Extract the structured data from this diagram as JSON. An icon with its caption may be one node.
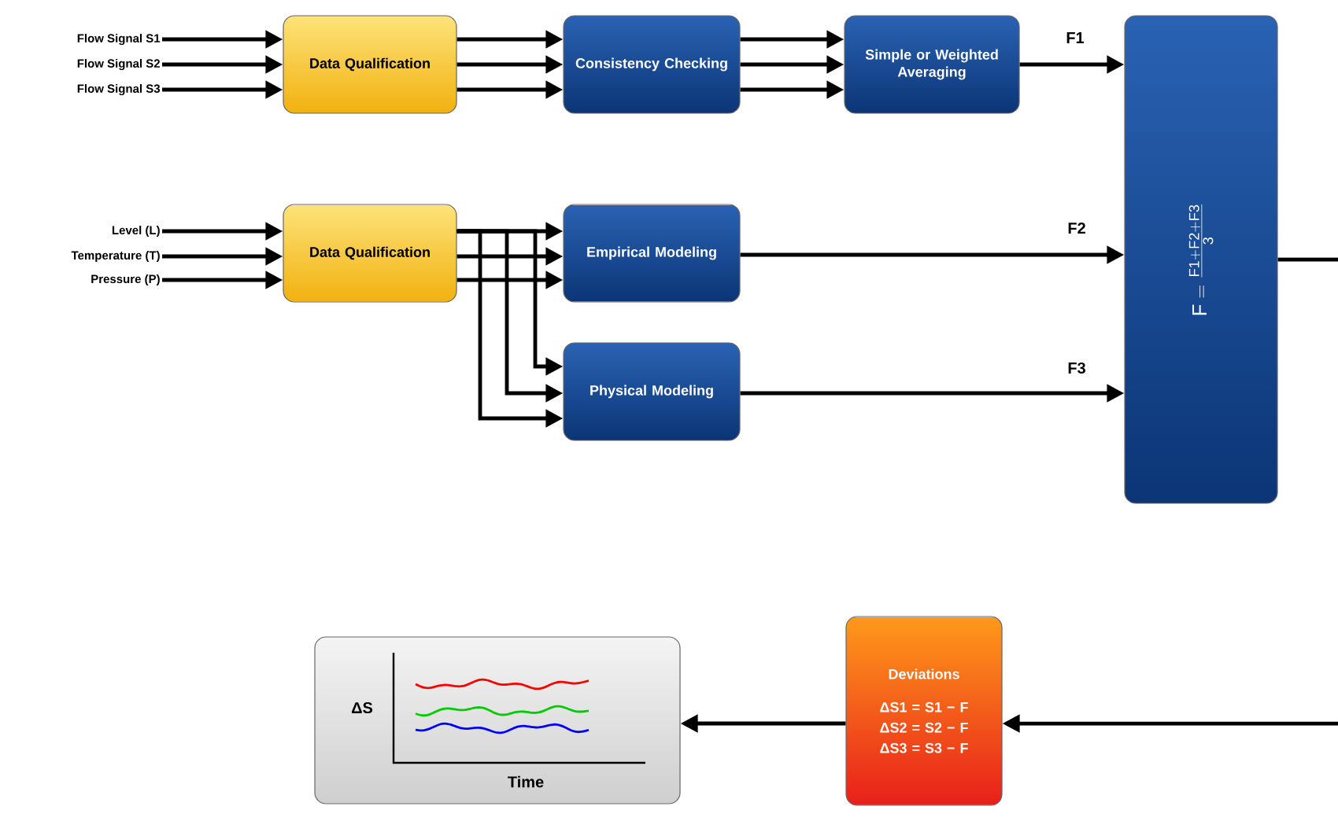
{
  "diagram": {
    "nodes": [
      {
        "text": [
          "Flow Signal S1"
        ]
      },
      {
        "text": [
          "Flow Signal S2"
        ]
      },
      {
        "text": [
          "Flow Signal S3"
        ]
      },
      {
        "text": [
          "Data Qualification"
        ]
      },
      {
        "text": [
          "Consistency Checking"
        ]
      },
      {
        "text": [
          "Simple or Weighted Averaging"
        ]
      },
      {
        "text": [
          "F = \\frac{F1 + F2 + F3}{3}"
        ]
      },
      {
        "text": [
          "Level (L)"
        ]
      },
      {
        "text": [
          "Temperature (T)"
        ]
      },
      {
        "text": [
          "Pressure (P)"
        ]
      },
      {
        "text": [
          "Data Qualification"
        ]
      },
      {
        "text": [
          "Empirical Modeling"
        ]
      },
      {
        "text": [
          "Physical Modeling"
        ]
      },
      {
        "text": [
          "Deviations",
          "ΔS1 = S1 − F",
          "ΔS2 = S2 − F",
          "ΔS3 = S3 − F"
        ]
      },
      {
        "text": [
          "ΔS",
          "Time"
        ]
      }
    ],
    "edges": [
      {
        "from": 0,
        "to": 3,
        "arrow": "to"
      },
      {
        "from": 1,
        "to": 3,
        "arrow": "to"
      },
      {
        "from": 2,
        "to": 3,
        "arrow": "to"
      },
      {
        "from": 3,
        "to": 4,
        "arrow": "to"
      },
      {
        "from": 3,
        "to": 4,
        "arrow": "to"
      },
      {
        "from": 3,
        "to": 4,
        "arrow": "to"
      },
      {
        "from": 4,
        "to": 5,
        "arrow": "to"
      },
      {
        "from": 4,
        "to": 5,
        "arrow": "to"
      },
      {
        "from": 4,
        "to": 5,
        "arrow": "to"
      },
      {
        "from": 5,
        "to": 6,
        "arrow": "to",
        "label": "F1"
      },
      {
        "from": 7,
        "to": 10,
        "arrow": "to"
      },
      {
        "from": 8,
        "to": 10,
        "arrow": "to"
      },
      {
        "from": 9,
        "to": 10,
        "arrow": "to"
      },
      {
        "from": 10,
        "to": 11,
        "arrow": "to"
      },
      {
        "from": 10,
        "to": 11,
        "arrow": "to"
      },
      {
        "from": 10,
        "to": 11,
        "arrow": "to"
      },
      {
        "from": 10,
        "to": 12,
        "arrow": "to"
      },
      {
        "from": 10,
        "to": 12,
        "arrow": "to"
      },
      {
        "from": 10,
        "to": 12,
        "arrow": "to"
      },
      {
        "from": 11,
        "to": 6,
        "arrow": "to",
        "label": "F2"
      },
      {
        "from": 12,
        "to": 6,
        "arrow": "to",
        "label": "F3"
      },
      {
        "from": 6,
        "to": null,
        "arrow": "none"
      },
      {
        "from": null,
        "to": 13,
        "arrow": "to"
      },
      {
        "from": 13,
        "to": 14,
        "arrow": "to"
      }
    ]
  }
}
